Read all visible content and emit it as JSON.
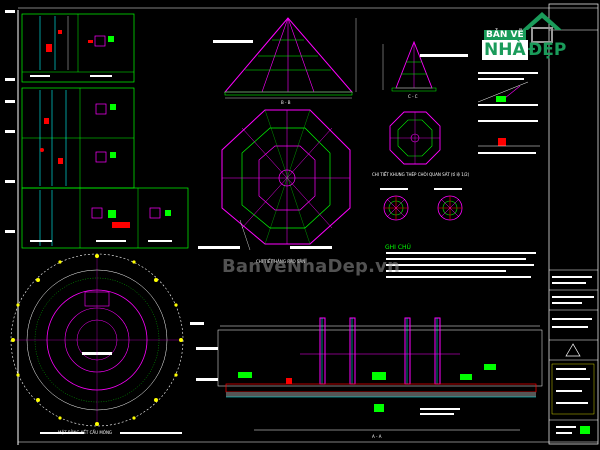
{
  "watermark": "BanVeNhaDep.vn",
  "logo": {
    "line1": "BẢN VẼ",
    "line2": "NHÀ",
    "line3": "ĐẸP"
  },
  "views": {
    "section_b": "B - B",
    "section_c": "C - C",
    "section_a": "A - A",
    "plan_label": "CHI TIẾT HÀNG RÀO SÂN",
    "foundation_plan": "MẶT BẰNG KẾT CẤU MÓNG",
    "detail_title": "CHI TIẾT KHUNG THÉP CHÒI QUAN SÁT (tỉ lệ 1/2)",
    "notes_title": "GHI CHÚ"
  },
  "colors": {
    "background": "#000000",
    "magenta": "#ff00ff",
    "green": "#00ff00",
    "white": "#ffffff",
    "red": "#ff0000",
    "cyan": "#00ffff",
    "yellow": "#ffff00"
  }
}
